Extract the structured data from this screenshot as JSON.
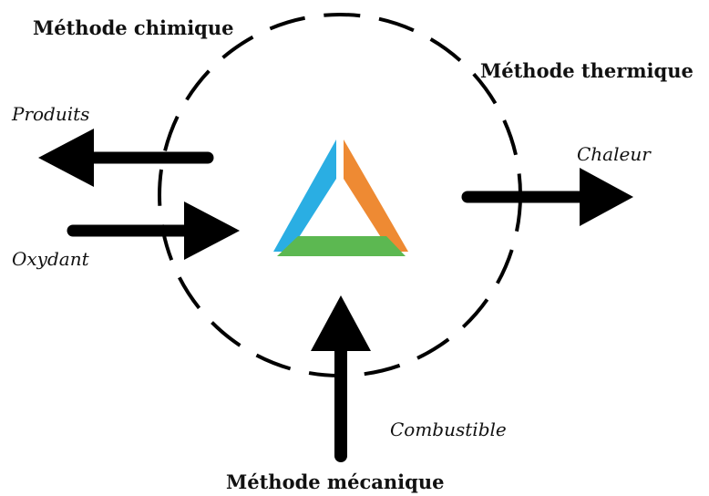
{
  "labels": {
    "chemical_method": "Méthode chimique",
    "thermal_method": "Méthode thermique",
    "mechanical_method": "Méthode mécanique",
    "products": "Produits",
    "oxidant": "Oxydant",
    "heat": "Chaleur",
    "fuel": "Combustible"
  },
  "triangle": {
    "left_side_color": "#2aaee3",
    "right_side_color": "#ee8a33",
    "bottom_side_color": "#5cb851"
  },
  "colors": {
    "arrows": "#000000",
    "circle": "#000000",
    "text": "#111111"
  }
}
